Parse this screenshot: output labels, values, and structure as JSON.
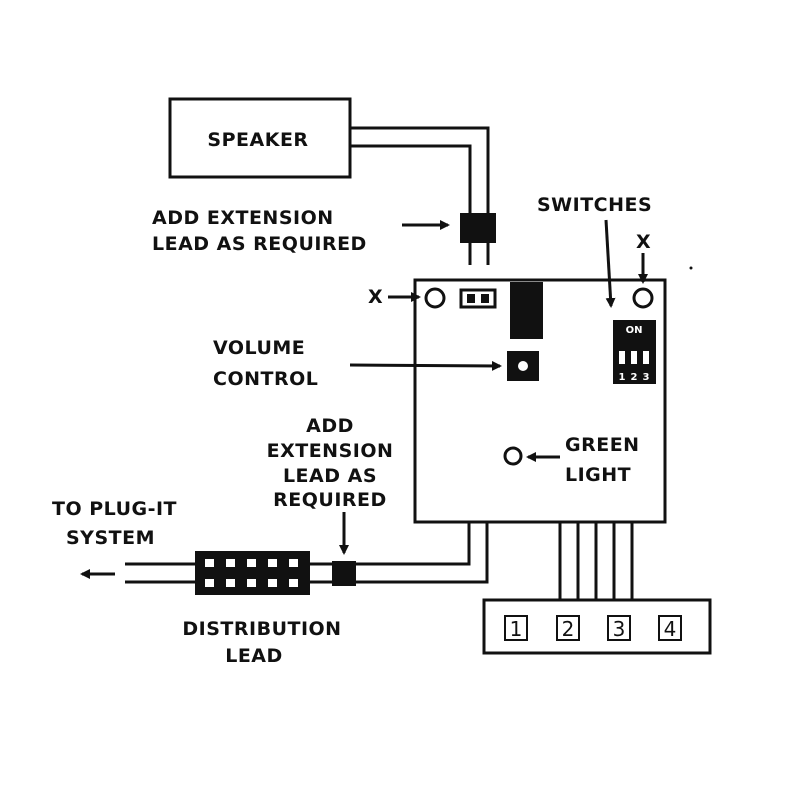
{
  "labels": {
    "speaker": "SPEAKER",
    "add_ext_top_1": "ADD EXTENSION",
    "add_ext_top_2": "LEAD AS REQUIRED",
    "switches": "SWITCHES",
    "x_top": "X",
    "x_left": "X",
    "volume_1": "VOLUME",
    "volume_2": "CONTROL",
    "green_1": "GREEN",
    "green_2": "LIGHT",
    "add_ext_bottom_1": "ADD",
    "add_ext_bottom_2": "EXTENSION",
    "add_ext_bottom_3": "LEAD AS",
    "add_ext_bottom_4": "REQUIRED",
    "plug_1": "TO PLUG-IT",
    "plug_2": "SYSTEM",
    "distribution_1": "DISTRIBUTION",
    "distribution_2": "LEAD"
  },
  "dip_switch": {
    "on_label": "ON",
    "numbers": [
      "1",
      "2",
      "3"
    ]
  },
  "terminals": [
    "1",
    "2",
    "3",
    "4"
  ],
  "colors": {
    "ink": "#111111",
    "background": "#ffffff"
  }
}
